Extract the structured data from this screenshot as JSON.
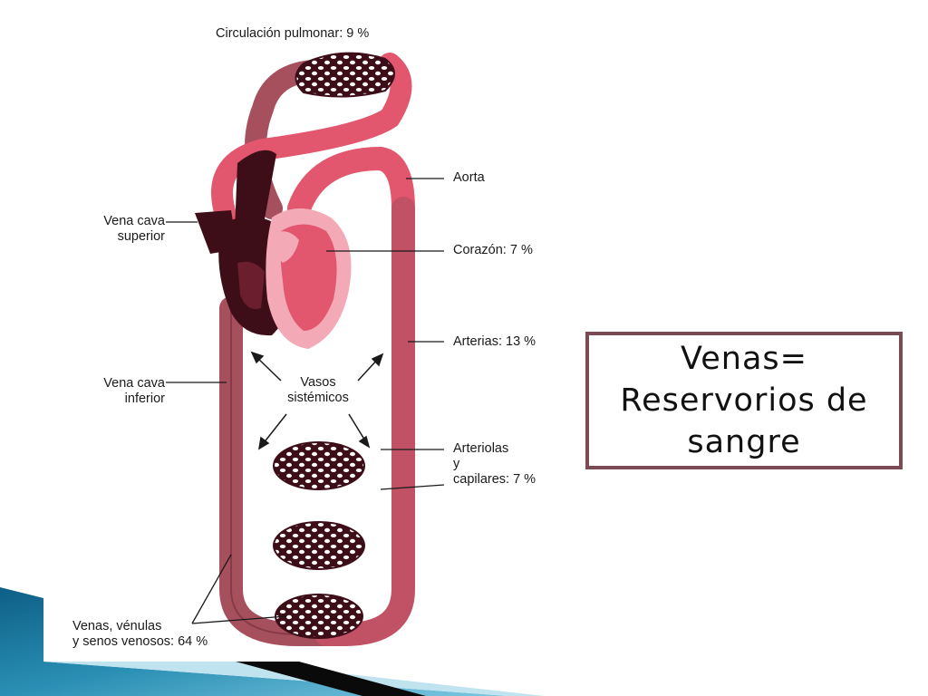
{
  "diagram": {
    "labels": {
      "pulmonary": "Circulación pulmonar: 9 %",
      "aorta": "Aorta",
      "vcs_line1": "Vena cava",
      "vcs_line2": "superior",
      "heart": "Corazón: 7 %",
      "arteries": "Arterias: 13 %",
      "vci_line1": "Vena cava",
      "vci_line2": "inferior",
      "vessels_line1": "Vasos",
      "vessels_line2": "sistémicos",
      "capillaries_line1": "Arteriolas",
      "capillaries_line2": "y",
      "capillaries_line3": "capilares: 7 %",
      "veins_line1": "Venas, vénulas",
      "veins_line2": "y senos venosos: 64 %"
    },
    "colors": {
      "artery": "#e2566e",
      "vein": "#a6505e",
      "dark": "#3d0d18",
      "heart_light": "#f3a9b6"
    }
  },
  "callout": {
    "line1": "Venas=",
    "line2": "Reservorios de",
    "line3": "sangre",
    "border_color": "#7a4a55"
  },
  "decor": {
    "accent": "#2a8fb4"
  }
}
